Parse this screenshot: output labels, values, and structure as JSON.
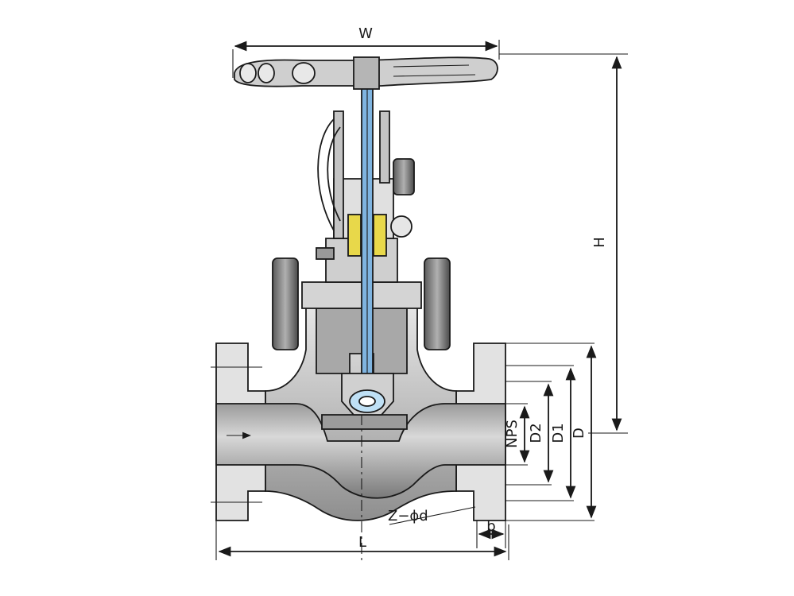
{
  "labels": {
    "width": "W",
    "height": "H",
    "length": "L",
    "nps": "NPS",
    "d2": "D2",
    "d1": "D1",
    "d": "D",
    "bolt_holes": "Z−ϕd",
    "flange_thickness": "b"
  },
  "colors": {
    "outline": "#1a1a1a",
    "body_fill": "#c9c9c9",
    "body_dark": "#7d7d7d",
    "stem_blue": "#7fb4e0",
    "packing_yellow": "#e8d84a",
    "background": "#ffffff"
  }
}
